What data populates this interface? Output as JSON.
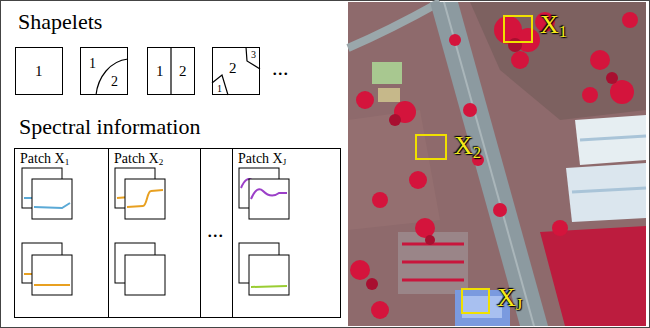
{
  "diagram": {
    "nodes": [
      {
        "text": [
          "1"
        ]
      },
      {
        "text": [
          "1",
          "2"
        ]
      },
      {
        "text": [
          "1",
          "2"
        ]
      },
      {
        "text": [
          "2",
          "3",
          "1"
        ]
      },
      {
        "text": [
          "Spectral information"
        ]
      },
      {
        "text": [
          "Patch X1"
        ],
        "in": 4
      },
      {
        "text": [
          "Patch X2"
        ],
        "in": 4
      },
      {
        "text": [
          "Patch XJ"
        ],
        "in": 4
      },
      {
        "text": [
          "X1"
        ]
      },
      {
        "text": [
          "X2"
        ]
      },
      {
        "text": [
          "XJ"
        ]
      }
    ],
    "labels": [
      "Shapelets",
      "...",
      "..."
    ]
  }
}
